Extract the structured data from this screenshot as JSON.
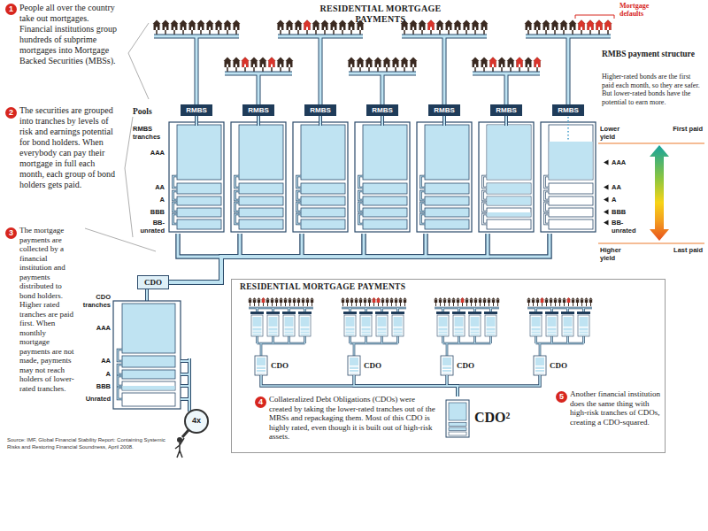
{
  "diagram": {
    "title": "RESIDENTIAL MORTGAGE PAYMENTS",
    "caption": "Source: IMF, Global Financial Stability Report: Containing Systemic Risks and Restoring Financial Soundness, April 2008.",
    "nodes": [
      {
        "text": [
          "RMBS"
        ]
      },
      {
        "text": [
          "RMBS"
        ]
      },
      {
        "text": [
          "RMBS"
        ]
      },
      {
        "text": [
          "RMBS"
        ]
      },
      {
        "text": [
          "RMBS"
        ]
      },
      {
        "text": [
          "RMBS"
        ]
      },
      {
        "text": [
          "RMBS"
        ]
      },
      {
        "text": [
          "CDO"
        ]
      },
      {
        "text": [
          "RESIDENTIAL MORTGAGE PAYMENTS"
        ]
      },
      {
        "text": [
          "CDO"
        ],
        "in": 8
      },
      {
        "text": [
          "CDO"
        ],
        "in": 8
      },
      {
        "text": [
          "CDO"
        ],
        "in": 8
      },
      {
        "text": [
          "CDO"
        ],
        "in": 8
      },
      {
        "text": [
          "CDO²"
        ],
        "in": 8
      }
    ],
    "edges": [
      {
        "from": 0,
        "to": 7,
        "arrow": "none"
      },
      {
        "from": 1,
        "to": 7,
        "arrow": "none"
      },
      {
        "from": 2,
        "to": 7,
        "arrow": "none"
      },
      {
        "from": 3,
        "to": 7,
        "arrow": "none"
      },
      {
        "from": 4,
        "to": 7,
        "arrow": "none"
      },
      {
        "from": 5,
        "to": 7,
        "arrow": "none"
      },
      {
        "from": 6,
        "to": 7,
        "arrow": "none"
      },
      {
        "from": 9,
        "to": 13,
        "arrow": "none"
      },
      {
        "from": 10,
        "to": 13,
        "arrow": "none"
      },
      {
        "from": 11,
        "to": 13,
        "arrow": "none"
      },
      {
        "from": 12,
        "to": 13,
        "arrow": "none"
      }
    ],
    "labels": [
      "Mortgage defaults",
      "1",
      "People all over the country take out mortgages. Financial institutions group hundreds of subprime mortgages into Mortgage Backed Securities (MBSs).",
      "2",
      "The securities are grouped into tranches by levels of risk and earnings potential for bond holders. When everybody can pay their mortgage in full each month, each group of bond holders gets paid.",
      "3",
      "The mortgage payments are collected by a financial institution and payments distributed to bond holders. Higher rated tranches are paid first. When monthly mortgage payments are not made, payments may not reach holders of lower-rated tranches.",
      "Pools",
      "RMBS tranches",
      "AAA",
      "AA",
      "A",
      "BBB",
      "BB- unrated",
      "RMBS payment structure",
      "Higher-rated bonds are the first paid each month, so they are safer. But lower-rated bonds have the potential to earn more.",
      "Lower yield",
      "First paid",
      "AAA",
      "AA",
      "A",
      "BBB",
      "BB- unrated",
      "Higher yield",
      "Last paid",
      "CDO tranches",
      "AAA",
      "AA",
      "A",
      "BBB",
      "Unrated",
      "4x",
      "4",
      "Collateralized Debt Obligations (CDOs) were created by taking the lower-rated tranches out of the MBSs and repackaging them. Most of this CDO is highly rated, even though it is built out of high-risk assets.",
      "5",
      "Another financial institution does the same thing with high-risk tranches of CDOs, creating a CDO-squared."
    ]
  }
}
